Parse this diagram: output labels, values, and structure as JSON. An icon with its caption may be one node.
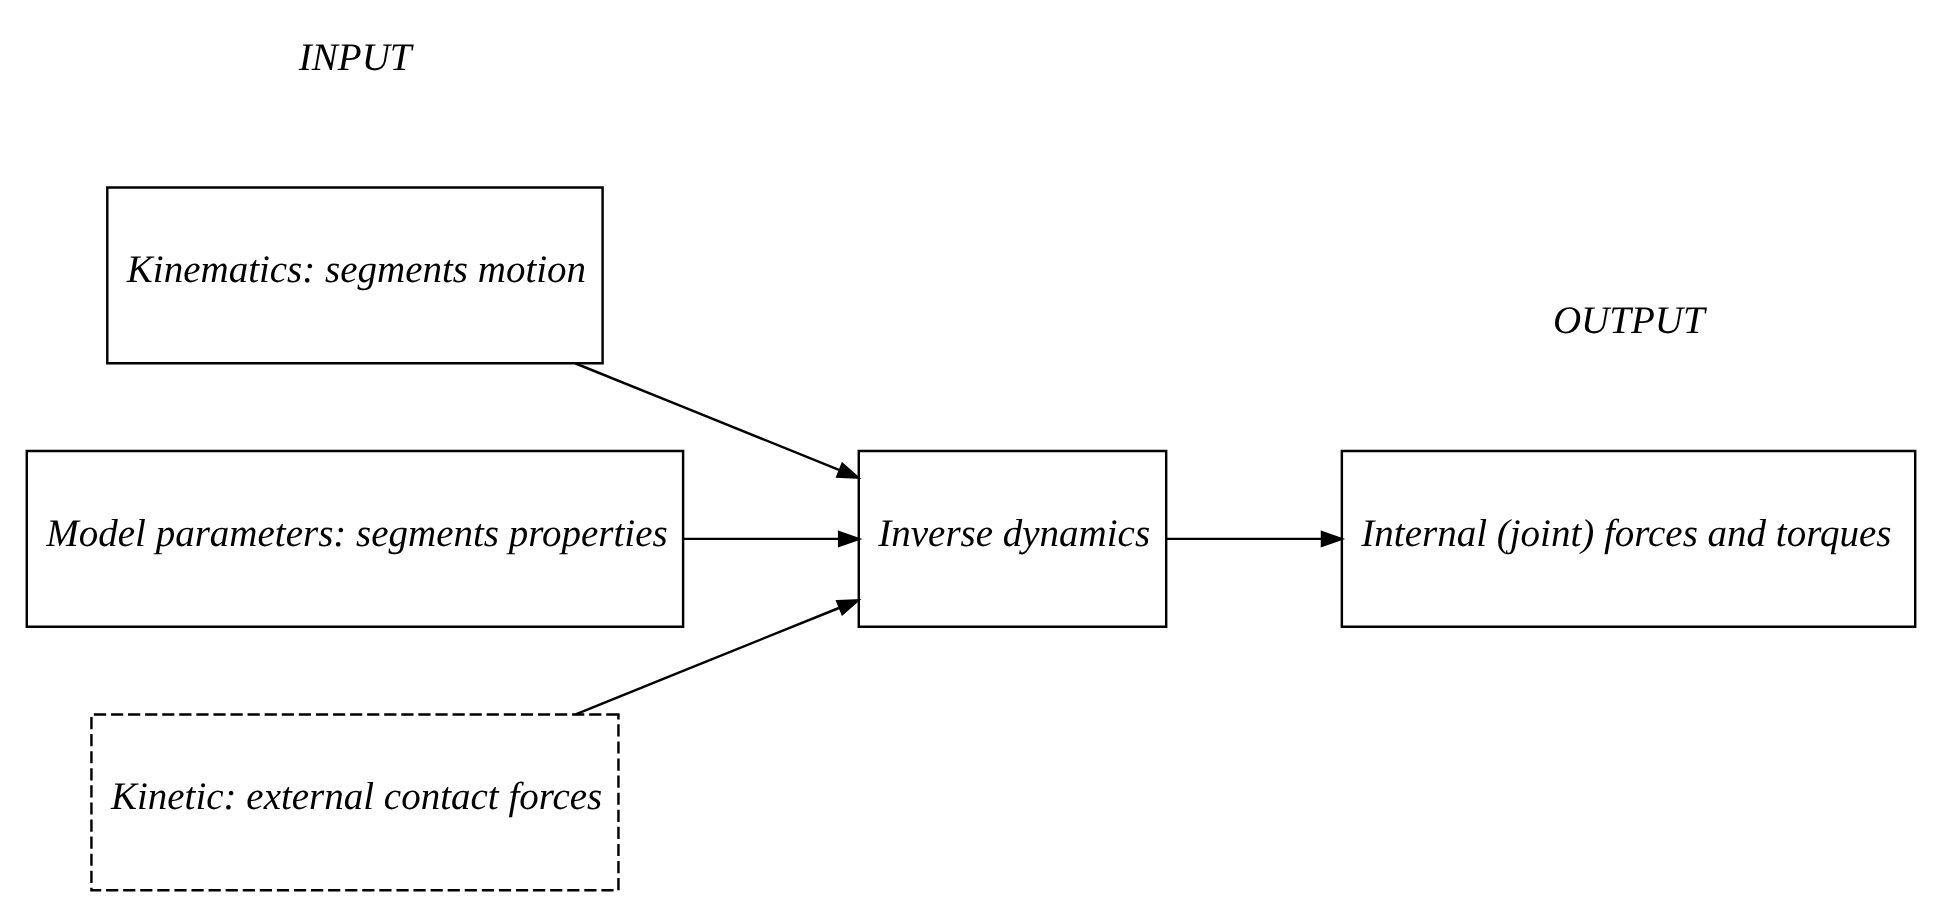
{
  "diagram": {
    "nodes": [
      {
        "text": [
          "Kinematics: segments motion"
        ]
      },
      {
        "text": [
          "Model parameters: segments properties"
        ]
      },
      {
        "text": [
          "Kinetic: external contact forces"
        ]
      },
      {
        "text": [
          "Inverse dynamics"
        ]
      },
      {
        "text": [
          "Internal (joint) forces and torques"
        ]
      }
    ],
    "edges": [
      {
        "from": 0,
        "to": 3,
        "arrow": "to"
      },
      {
        "from": 1,
        "to": 3,
        "arrow": "to"
      },
      {
        "from": 2,
        "to": 3,
        "arrow": "to"
      },
      {
        "from": 3,
        "to": 4,
        "arrow": "to"
      }
    ],
    "labels": [
      "INPUT",
      "OUTPUT"
    ]
  }
}
